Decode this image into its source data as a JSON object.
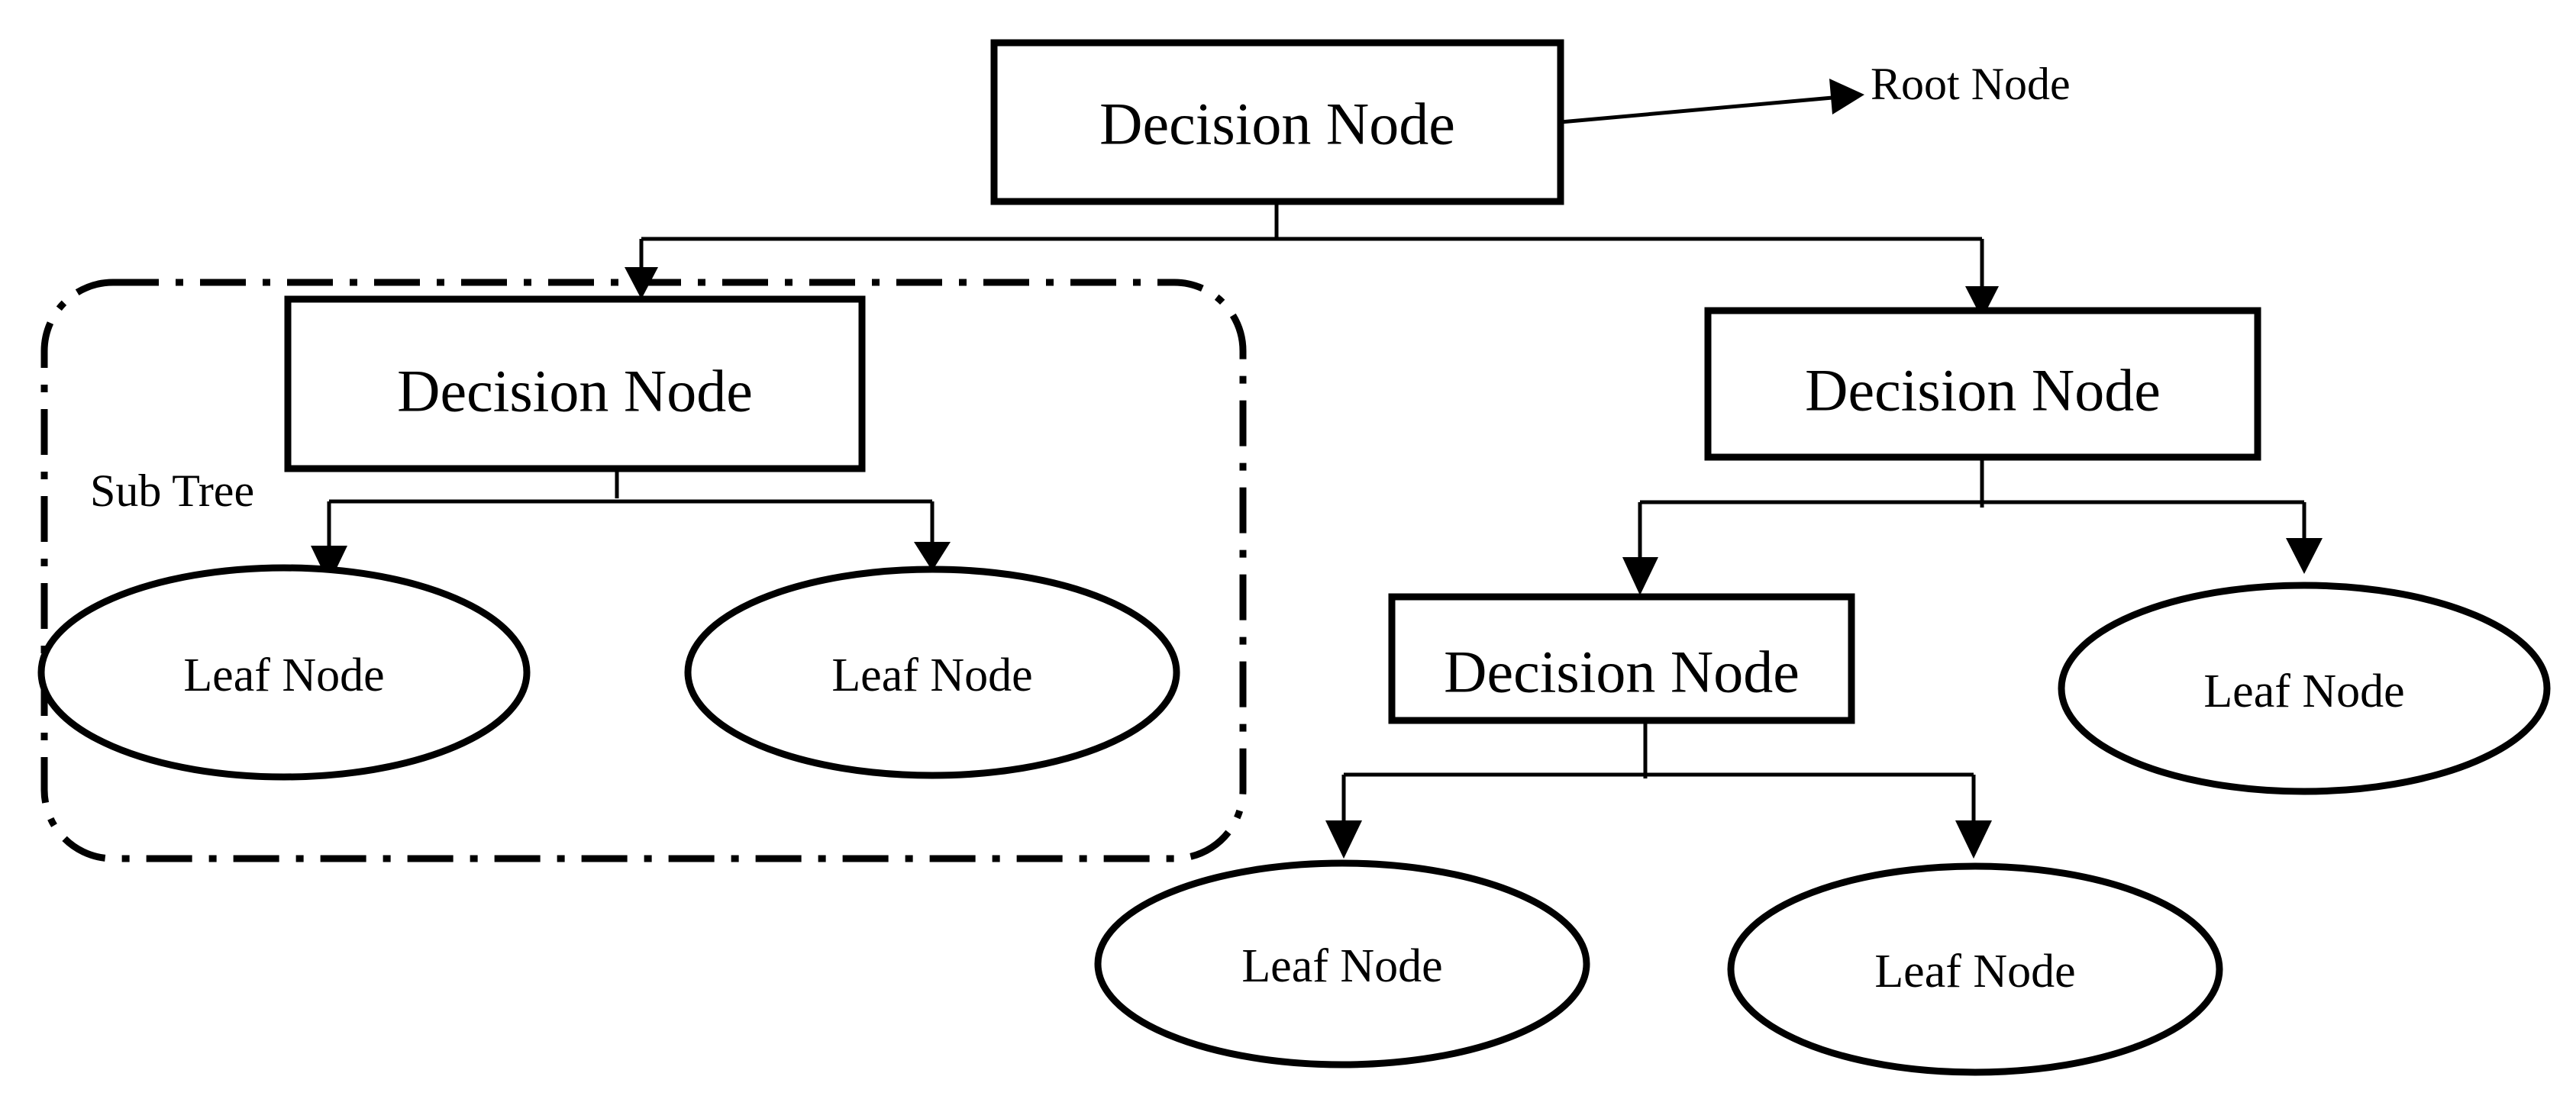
{
  "labels": {
    "root_annotation": "Root Node",
    "subtree_annotation": "Sub Tree"
  },
  "nodes": {
    "root": "Decision Node",
    "left": "Decision Node",
    "right": "Decision Node",
    "right_left": "Decision Node",
    "left_leaf_1": "Leaf Node",
    "left_leaf_2": "Leaf Node",
    "right_leaf": "Leaf Node",
    "right_left_leaf_1": "Leaf Node",
    "right_left_leaf_2": "Leaf Node"
  }
}
